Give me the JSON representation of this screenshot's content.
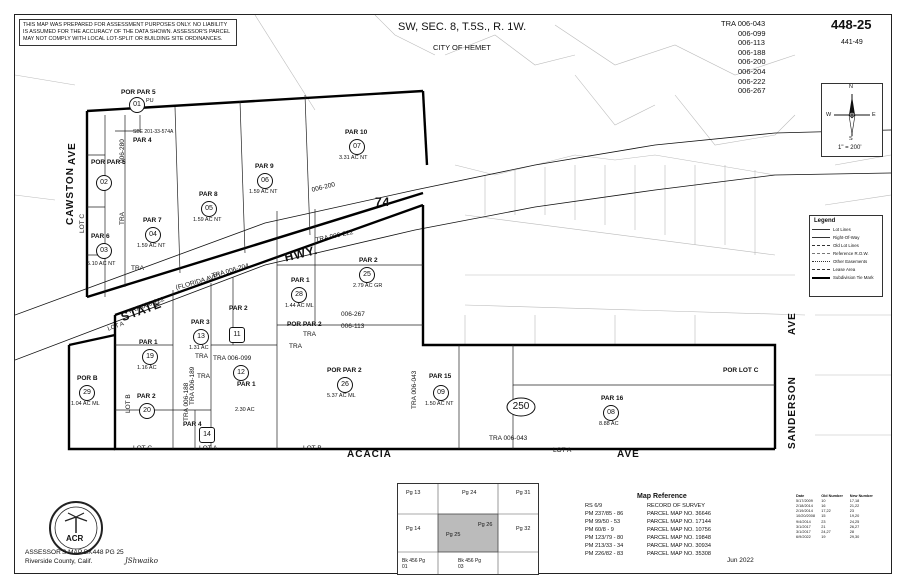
{
  "header": {
    "disclaimer": "THIS MAP WAS PREPARED FOR ASSESSMENT PURPOSES ONLY. NO LIABILITY IS ASSUMED FOR THE ACCURACY OF THE DATA SHOWN. ASSESSOR'S PARCEL MAY NOT COMPLY WITH LOCAL LOT-SPLIT OR BUILDING SITE ORDINANCES.",
    "section": "SW, SEC. 8, T.5S., R. 1W.",
    "city": "CITY OF HEMET",
    "tra_label": "TRA",
    "tra_list": [
      "006-043",
      "006-099",
      "006-113",
      "006-188",
      "006-200",
      "006-204",
      "006-222",
      "006-267"
    ],
    "book_page": "448-25",
    "ref_book": "441-49"
  },
  "compass": {
    "n": "N",
    "s": "S",
    "e": "E",
    "w": "W",
    "scale": "1\" = 200'"
  },
  "legend": {
    "title": "Legend",
    "items": [
      "Lot Lines",
      "Right-Of-Way",
      "Old Lot Lines",
      "Reference R.O.W.",
      "Other Easements",
      "Lease Area",
      "Subdivision Tie Mark"
    ]
  },
  "streets": {
    "cawston": "CAWSTON",
    "ave_left": "AVE",
    "state": "STATE",
    "hwy": "HWY.",
    "num74": "74",
    "florida": "(FLORIDA AVE)",
    "acacia": "ACACIA",
    "ave_bottom": "AVE",
    "sanderson": "SANDERSON",
    "ave_right": "AVE",
    "lot_a": "LOT A",
    "lot_b": "LOT B",
    "lot_c": "LOT C",
    "lot_b_left": "LOT B",
    "lot_c_left": "LOT C",
    "lot_a_mid": "LOT A",
    "lot_c_top": "LOT C",
    "lot_a_hwy": "LOT A"
  },
  "tra_labels": {
    "t1": "TRA 006-222",
    "t2": "TRA 006-204",
    "t3": "TRA 006-222",
    "t4": "006-200",
    "t5": "006-267",
    "t6": "006-113",
    "t7": "TRA 006-043",
    "t8": "TRA 006-043",
    "t9": "TRA 006-188",
    "t10": "TRA 006-099",
    "t11": "TRA 006-189",
    "t12": "006-280",
    "t13": "TRA",
    "t14": "TRA",
    "t15": "TRA",
    "t16": "TRA",
    "t17": "TRA",
    "t18": "TRA"
  },
  "parcels": [
    {
      "name": "POR PAR 5",
      "num": "01",
      "acres": "PU"
    },
    {
      "name": "PAR 4",
      "num": "",
      "acres": "SBE 201-33-574A"
    },
    {
      "name": "POR PAR 5",
      "num": "02",
      "acres": ""
    },
    {
      "name": "PAR 6",
      "num": "03",
      "acres": "5.10 AC NT"
    },
    {
      "name": "PAR 7",
      "num": "04",
      "acres": "1.59 AC NT"
    },
    {
      "name": "PAR 8",
      "num": "05",
      "acres": "1.59 AC NT"
    },
    {
      "name": "PAR 9",
      "num": "06",
      "acres": "1.59 AC NT"
    },
    {
      "name": "PAR 10",
      "num": "07",
      "acres": "3.31 AC NT"
    },
    {
      "name": "PAR 1",
      "num": "28",
      "acres": "1.44 AC ML"
    },
    {
      "name": "PAR 2",
      "num": "25",
      "acres": "2.79 AC GR"
    },
    {
      "name": "PAR 1",
      "num": "19",
      "acres": "1.16 AC"
    },
    {
      "name": "PAR 3",
      "num": "13",
      "acres": "1.31 AC"
    },
    {
      "name": "PAR 2",
      "num": "11",
      "acres": ""
    },
    {
      "name": "POR PAR 2",
      "num": "",
      "acres": "TRA"
    },
    {
      "name": "POR PAR 2",
      "num": "26",
      "acres": "5.37 AC ML"
    },
    {
      "name": "PAR 1",
      "num": "12",
      "acres": "2.30 AC"
    },
    {
      "name": "PAR 2",
      "num": "20",
      "acres": ""
    },
    {
      "name": "POR B",
      "num": "29",
      "acres": "1.04 AC ML"
    },
    {
      "name": "PAR 4",
      "num": "14",
      "acres": ""
    },
    {
      "name": "PAR 15",
      "num": "09",
      "acres": "1.50 AC NT"
    },
    {
      "name": "PAR 16",
      "num": "08",
      "acres": "8.88 AC"
    },
    {
      "name": "POR LOT C",
      "num": "",
      "acres": ""
    }
  ],
  "block": "250",
  "map_reference": {
    "title": "Map Reference",
    "rows": [
      [
        "RS 6/9",
        "RECORD OF SURVEY"
      ],
      [
        "PM 237/85 - 86",
        "PARCEL MAP NO. 36646"
      ],
      [
        "PM 99/50 - 53",
        "PARCEL MAP NO. 17144"
      ],
      [
        "PM 60/8 - 9",
        "PARCEL MAP NO. 10756"
      ],
      [
        "PM 123/79 - 80",
        "PARCEL MAP NO. 19848"
      ],
      [
        "PM 213/33 - 34",
        "PARCEL MAP NO. 30934"
      ],
      [
        "PM 226/82 - 83",
        "PARCEL MAP NO. 35308"
      ]
    ]
  },
  "index_map": {
    "pages": [
      "Pg 13",
      "Pg 24",
      "Pg 31",
      "Pg 14",
      "Pg 25",
      "Pg 26",
      "Pg 32",
      "Bk 456 Pg 01",
      "Bk 456 Pg 03"
    ]
  },
  "history": {
    "headers": [
      "Date",
      "Old Number",
      "New Number"
    ],
    "rows": [
      [
        "5/17/2009",
        "10",
        "17,18"
      ],
      [
        "2/18/2014",
        "16",
        "21,22"
      ],
      [
        "2/19/2014",
        "17,22",
        "23"
      ],
      [
        "10/20/2008",
        "15",
        "19,20"
      ],
      [
        "9/4/2014",
        "23",
        "24,25"
      ],
      [
        "3/1/2017",
        "21",
        "26,27"
      ],
      [
        "3/1/2017",
        "24,27",
        "28"
      ],
      [
        "6/9/2022",
        "19",
        "29,30"
      ]
    ]
  },
  "footer": {
    "assessor": "ASSESSOR'S MAP BK448 PG 25",
    "county": "Riverside County, Calif.",
    "signature": "JShwaiko",
    "date": "Jun 2022",
    "seal_text": "ACR"
  }
}
